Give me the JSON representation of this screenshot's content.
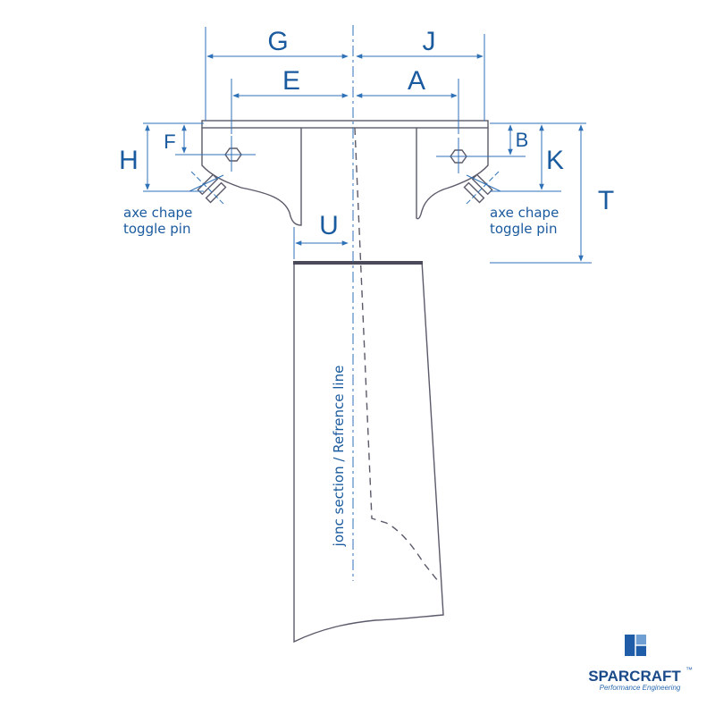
{
  "dimensions": {
    "G": "G",
    "J": "J",
    "E": "E",
    "A": "A",
    "H": "H",
    "F": "F",
    "B": "B",
    "K": "K",
    "T": "T",
    "U": "U"
  },
  "labels": {
    "left_pin": {
      "line1": "axe chape",
      "line2": "toggle pin"
    },
    "right_pin": {
      "line1": "axe chape",
      "line2": "toggle pin"
    },
    "reference_line": "jonc section / Refrence line"
  },
  "brand": {
    "name": "SPARCRAFT",
    "trademark": "™",
    "tagline": "Performance Engineering"
  },
  "colors": {
    "dimension_blue": "#2f72b8",
    "text_blue": "#1a5a9e",
    "part_outline": "#5a5a6a"
  }
}
